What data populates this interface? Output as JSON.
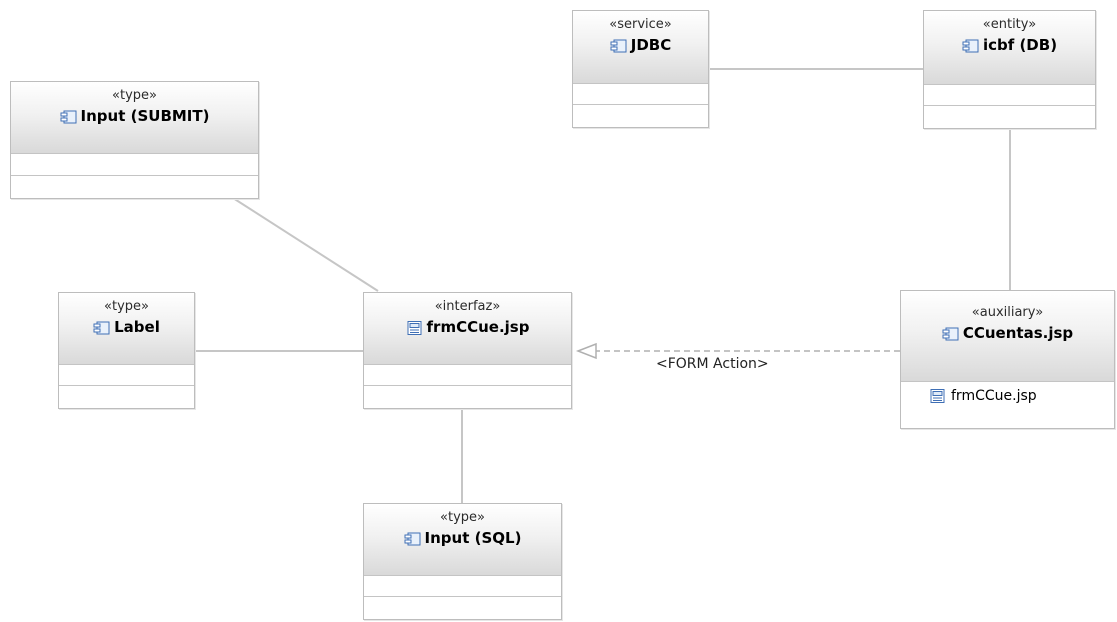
{
  "diagram": {
    "nodes": {
      "input_submit": {
        "stereotype": "«type»",
        "name": "Input (SUBMIT)",
        "icon": "component-icon"
      },
      "label": {
        "stereotype": "«type»",
        "name": "Label",
        "icon": "component-icon"
      },
      "frmccue": {
        "stereotype": "«interfaz»",
        "name": "frmCCue.jsp",
        "icon": "jsp-page-icon"
      },
      "input_sql": {
        "stereotype": "«type»",
        "name": "Input (SQL)",
        "icon": "component-icon"
      },
      "jdbc": {
        "stereotype": "«service»",
        "name": "JDBC",
        "icon": "component-icon"
      },
      "icbf": {
        "stereotype": "«entity»",
        "name": "icbf (DB)",
        "icon": "component-icon"
      },
      "ccuentas": {
        "stereotype": "«auxiliary»",
        "name": "CCuentas.jsp",
        "icon": "component-icon",
        "attribute": {
          "name": "frmCCue.jsp",
          "icon": "jsp-page-icon"
        }
      }
    },
    "edges": {
      "form_action": {
        "label": "<FORM Action>",
        "style": "dashed-realization"
      }
    }
  }
}
